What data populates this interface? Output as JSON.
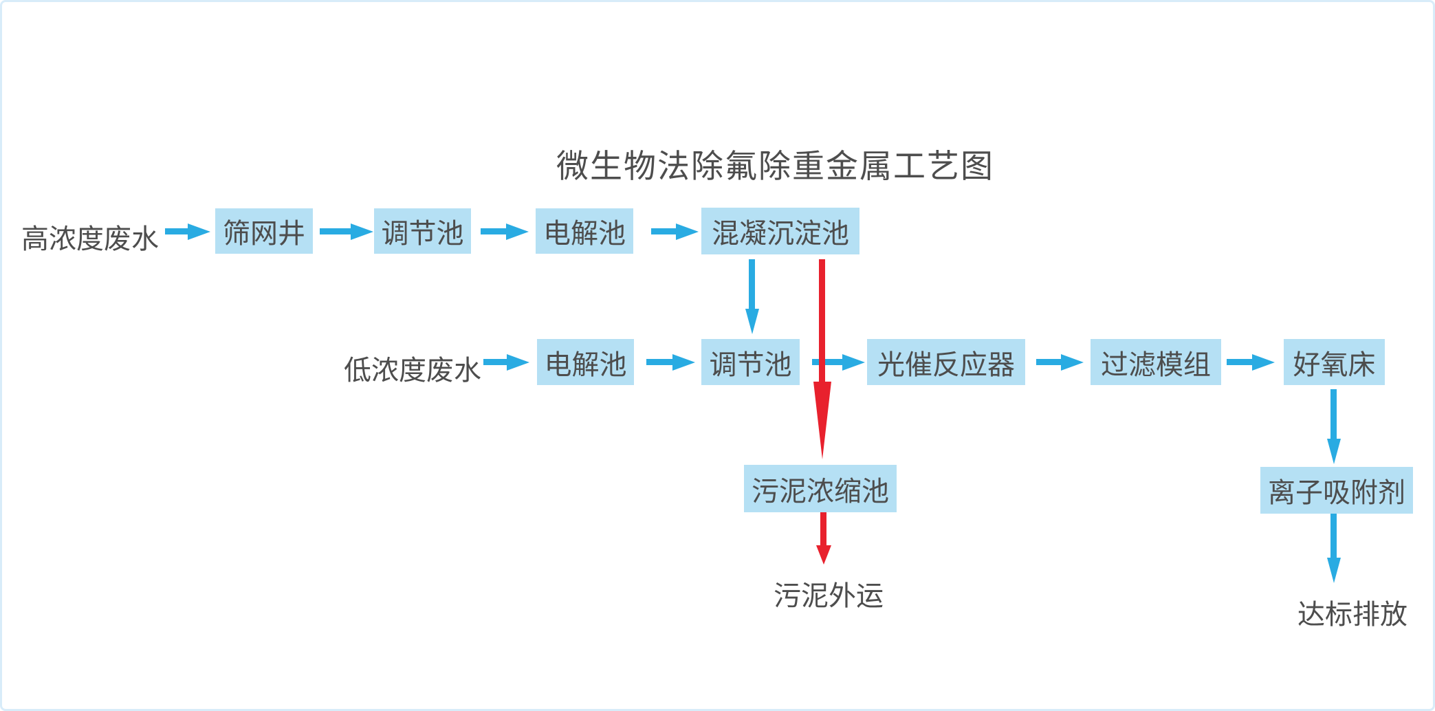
{
  "title": "微生物法除氟除重金属工艺图",
  "colors": {
    "background": "#ffffff",
    "frame_border": "#d8ecf9",
    "box_fill": "#b5e0f4",
    "arrow_blue": "#29abe2",
    "arrow_red": "#e8212d",
    "text": "#4d4d4d"
  },
  "flow": {
    "high_line": {
      "source": "高浓度废水",
      "nodes": [
        "筛网井",
        "调节池",
        "电解池",
        "混凝沉淀池"
      ]
    },
    "low_line": {
      "source": "低浓度废水",
      "nodes": [
        "电解池",
        "调节池",
        "光催反应器",
        "过滤模组",
        "好氧床"
      ]
    },
    "sludge_branch": {
      "node": "污泥浓缩池",
      "outlet": "污泥外运"
    },
    "discharge_branch": {
      "node": "离子吸附剂",
      "outlet": "达标排放"
    }
  }
}
